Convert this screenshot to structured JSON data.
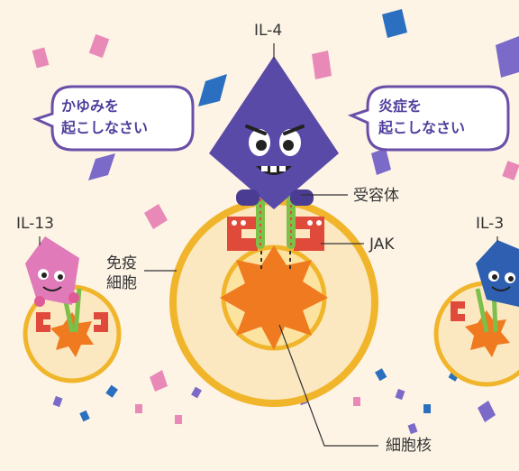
{
  "labels": {
    "il4": "IL-4",
    "il13": "IL-13",
    "il3": "IL-3",
    "receptor": "受容体",
    "jak": "JAK",
    "immune_cell_line1": "免疫",
    "immune_cell_line2": "細胞",
    "nucleus": "細胞核"
  },
  "bubbles": {
    "left_line1": "かゆみを",
    "left_line2": "起こしなさい",
    "right_line1": "炎症を",
    "right_line2": "起こしなさい"
  },
  "colors": {
    "background": "#fdf4e6",
    "il4_body": "#5a4aa8",
    "il13_body": "#e07ab8",
    "il3_body": "#2f5fb0",
    "cell_fill": "#fbe8c0",
    "cell_border": "#f0b52a",
    "nucleus": "#ef7a1f",
    "receptor": "#7cc04a",
    "jak": "#e04a3a",
    "bubble_border": "#6a4fa8",
    "bubble_text": "#4f3e9b",
    "confetti_blue": "#2a6fc0",
    "confetti_pink": "#e889b8",
    "confetti_purple": "#7b6ac8"
  }
}
